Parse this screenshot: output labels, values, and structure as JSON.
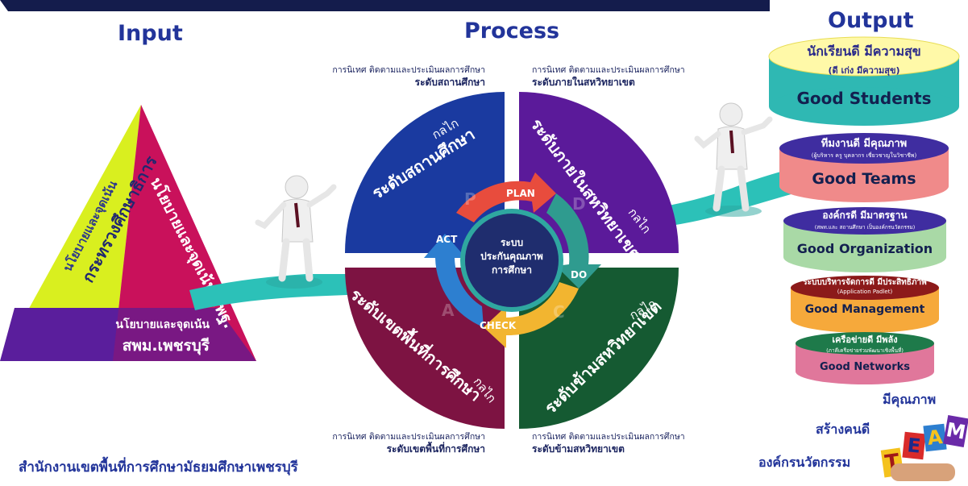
{
  "headers": {
    "input": "Input",
    "process": "Process",
    "output": "Output"
  },
  "triangle": {
    "left_side": [
      "นโยบายและจุดเน้น",
      "กระทรวงศึกษาธิการ"
    ],
    "right_side": [
      "นโยบายและจุดเน้น สพฐ."
    ],
    "bottom": [
      "นโยบายและจุดเน้น",
      "สพม.เพชรบุรี"
    ]
  },
  "captions": {
    "top_left": [
      "การนิเทศ ติดตามและประเมินผลการศึกษา",
      "ระดับสถานศึกษา"
    ],
    "top_right": [
      "การนิเทศ ติดตามและประเมินผลการศึกษา",
      "ระดับภายในสหวิทยาเขต"
    ],
    "bottom_left": [
      "การนิเทศ ติดตามและประเมินผลการศึกษา",
      "ระดับเขตพื้นที่การศึกษา"
    ],
    "bottom_right": [
      "การนิเทศ ติดตามและประเมินผลการศึกษา",
      "ระดับข้ามสหวิทยาเขต"
    ]
  },
  "quadrants": {
    "top_left": {
      "mechanism": "กลไก",
      "name": "ระดับสถานศึกษา",
      "color": "#1a3aa0"
    },
    "top_right": {
      "mechanism": "กลไก",
      "name": "ระดับภายในสหวิทยาเขต",
      "color": "#5b1a9a"
    },
    "bottom_left": {
      "mechanism": "กลไก",
      "name": "ระดับเขตพื้นที่การศึกษา",
      "color": "#7d1342"
    },
    "bottom_right": {
      "mechanism": "กลไก",
      "name": "ระดับข้ามสหวิทยาเขต",
      "color": "#155a32"
    }
  },
  "cycle": {
    "plan": "PLAN",
    "do": "DO",
    "check": "CHECK",
    "act": "ACT",
    "center": [
      "ระบบ",
      "ประกันคุณภาพ",
      "การศึกษา"
    ]
  },
  "outputs": [
    {
      "title": "นักเรียนดี มีความสุข",
      "subtitle": "(ดี เก่ง มีความสุข)",
      "label": "Good Students",
      "color": "#3cc7c4"
    },
    {
      "title": "ทีมงานดี มีคุณภาพ",
      "subtitle": "(ผู้บริหาร ครู บุคลากร เชี่ยวชาญในวิชาชีพ)",
      "label": "Good Teams",
      "color": "#f08a8a"
    },
    {
      "title": "องค์กรดี มีมาตรฐาน",
      "subtitle": "(สพท.และ สถานศึกษา เป็นองค์กรนวัตกรรม)",
      "label": "Good Organization",
      "color": "#a9d9a6"
    },
    {
      "title": "ระบบบริหารจัดการดี มีประสิทธิภาพ",
      "subtitle": "(Application Padlet)",
      "label": "Good Management",
      "color": "#f6a93b"
    },
    {
      "title": "เครือข่ายดี มีพลัง",
      "subtitle": "(ภาคีเครือข่ายร่วมพัฒนาเชิงพื้นที่)",
      "label": "Good Networks",
      "color": "#e0779b"
    }
  ],
  "slogan": [
    "มีคุณภาพ",
    "สร้างคนดี",
    "องค์กรนวัตกรรม"
  ],
  "team_letters": [
    "T",
    "E",
    "A",
    "M"
  ],
  "footer": "สำนักงานเขตพื้นที่การศึกษามัธยมศึกษาเพชรบุรี"
}
